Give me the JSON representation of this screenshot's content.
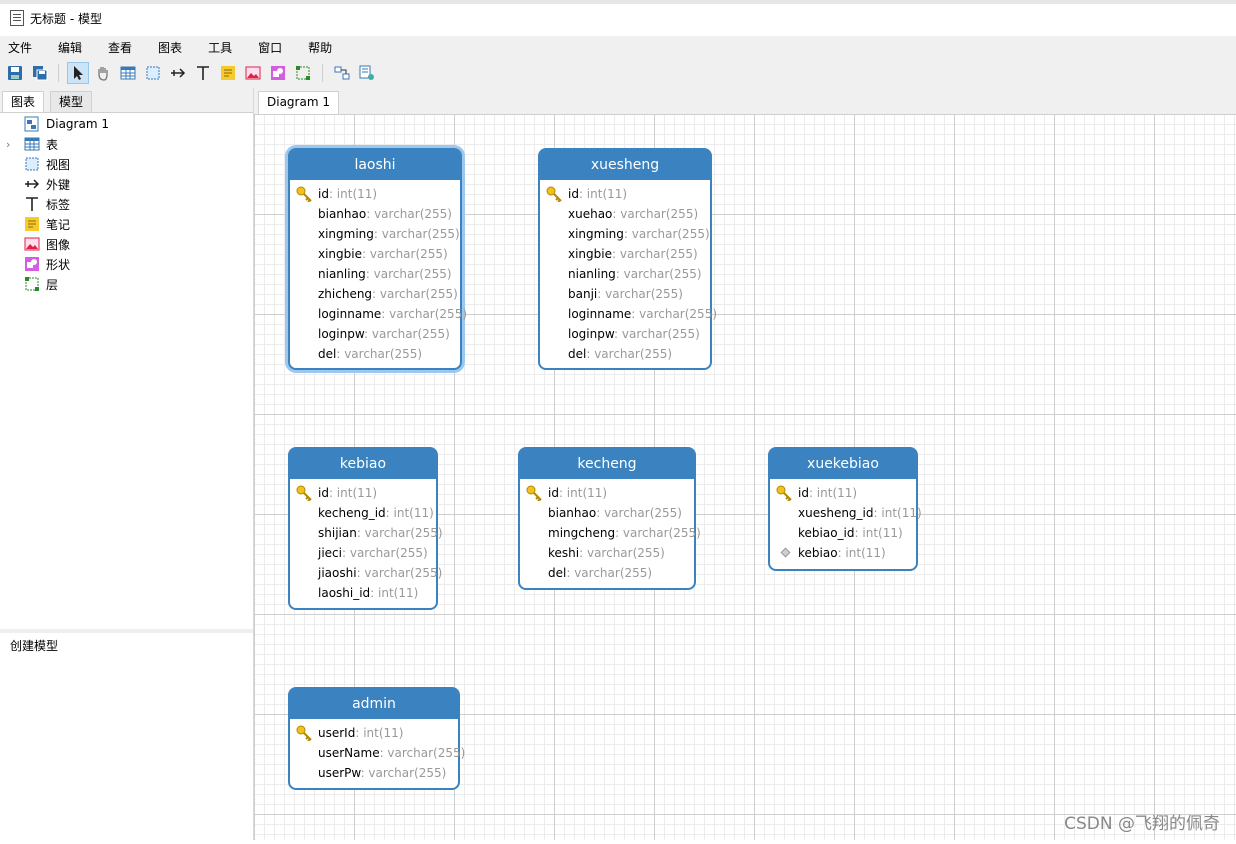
{
  "window": {
    "title": "无标题 - 模型"
  },
  "menu": [
    "文件",
    "编辑",
    "查看",
    "图表",
    "工具",
    "窗口",
    "帮助"
  ],
  "toolbar": {
    "buttons": [
      "save-icon",
      "save-as-icon",
      "pointer-icon",
      "hand-icon",
      "table-icon",
      "view-icon",
      "foreign-key-icon",
      "label-icon",
      "note-icon",
      "image-icon",
      "shape-icon",
      "layer-icon",
      "auto-layout-icon",
      "diagram-options-icon"
    ]
  },
  "left_panel": {
    "tabs": [
      "图表",
      "模型"
    ],
    "tree": [
      "Diagram 1",
      "表",
      "视图",
      "外键",
      "标签",
      "笔记",
      "图像",
      "形状",
      "层"
    ],
    "lower_title": "创建模型"
  },
  "canvas": {
    "tab": "Diagram 1",
    "tables": [
      {
        "name": "laoshi",
        "fields": [
          {
            "name": "id",
            "type": ": int(11)",
            "key": "primary"
          },
          {
            "name": "bianhao",
            "type": ": varchar(255)"
          },
          {
            "name": "xingming",
            "type": ": varchar(255)"
          },
          {
            "name": "xingbie",
            "type": ": varchar(255)"
          },
          {
            "name": "nianling",
            "type": ": varchar(255)"
          },
          {
            "name": "zhicheng",
            "type": ": varchar(255)"
          },
          {
            "name": "loginname",
            "type": ": varchar(255)"
          },
          {
            "name": "loginpw",
            "type": ": varchar(255)"
          },
          {
            "name": "del",
            "type": ": varchar(255)"
          }
        ]
      },
      {
        "name": "xuesheng",
        "fields": [
          {
            "name": "id",
            "type": ": int(11)",
            "key": "primary"
          },
          {
            "name": "xuehao",
            "type": ": varchar(255)"
          },
          {
            "name": "xingming",
            "type": ": varchar(255)"
          },
          {
            "name": "xingbie",
            "type": ": varchar(255)"
          },
          {
            "name": "nianling",
            "type": ": varchar(255)"
          },
          {
            "name": "banji",
            "type": ": varchar(255)"
          },
          {
            "name": "loginname",
            "type": ": varchar(255)"
          },
          {
            "name": "loginpw",
            "type": ": varchar(255)"
          },
          {
            "name": "del",
            "type": ": varchar(255)"
          }
        ]
      },
      {
        "name": "kebiao",
        "fields": [
          {
            "name": "id",
            "type": ": int(11)",
            "key": "primary"
          },
          {
            "name": "kecheng_id",
            "type": ": int(11)"
          },
          {
            "name": "shijian",
            "type": ": varchar(255)"
          },
          {
            "name": "jieci",
            "type": ": varchar(255)"
          },
          {
            "name": "jiaoshi",
            "type": ": varchar(255)"
          },
          {
            "name": "laoshi_id",
            "type": ": int(11)"
          }
        ]
      },
      {
        "name": "kecheng",
        "fields": [
          {
            "name": "id",
            "type": ": int(11)",
            "key": "primary"
          },
          {
            "name": "bianhao",
            "type": ": varchar(255)"
          },
          {
            "name": "mingcheng",
            "type": ": varchar(255)"
          },
          {
            "name": "keshi",
            "type": ": varchar(255)"
          },
          {
            "name": "del",
            "type": ": varchar(255)"
          }
        ]
      },
      {
        "name": "xuekebiao",
        "fields": [
          {
            "name": "id",
            "type": ": int(11)",
            "key": "primary"
          },
          {
            "name": "xuesheng_id",
            "type": ": int(11)"
          },
          {
            "name": "kebiao_id",
            "type": ": int(11)"
          },
          {
            "name": "kebiao",
            "type": ": int(11)",
            "key": "nullable"
          }
        ]
      },
      {
        "name": "admin",
        "fields": [
          {
            "name": "userId",
            "type": ": int(11)",
            "key": "primary"
          },
          {
            "name": "userName",
            "type": ": varchar(255)"
          },
          {
            "name": "userPw",
            "type": ": varchar(255)"
          }
        ]
      }
    ]
  },
  "watermark": "CSDN @飞翔的佩奇",
  "colors": {
    "table_header": "#3b83c0",
    "selection": "#cce4f7",
    "grid_major": "#cfcfcf",
    "grid_minor": "#ececec"
  }
}
